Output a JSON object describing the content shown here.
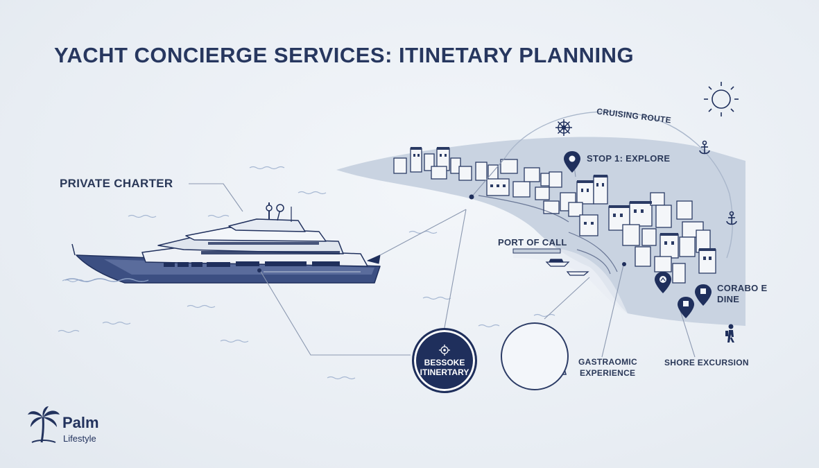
{
  "title": "YACHT CONCIERGE SERVICES: ITINETARY PLANNING",
  "labels": {
    "private_charter": "PRIVATE CHARTER",
    "cruising_route": "CRUISING ROUTE",
    "stop1": "STOP 1: EXPLORE",
    "port_of_call": "PORT OF CALL",
    "corfe_line1": "CORABO E",
    "corfe_line2": "DINE",
    "gastronomic_line1": "GASTRAOMIC",
    "gastronomic_line2": "EXPERIENCE",
    "shore_excursion": "SHORE EXCURSION"
  },
  "badges": {
    "bespoke_line1": "BESSOKE",
    "bespoke_line2": "ITINERTARY"
  },
  "logo": {
    "name": "Palm",
    "tagline": "Lifestyle"
  },
  "icons": [
    "sun-icon",
    "ship-wheel-icon",
    "anchor-icon",
    "map-pin-icon",
    "chef-hat-icon",
    "hiker-icon",
    "palm-tree-icon",
    "compass-icon"
  ],
  "colors": {
    "navy": "#1f2f5c",
    "land": "#c7d1df",
    "background": "#e8edf3"
  }
}
